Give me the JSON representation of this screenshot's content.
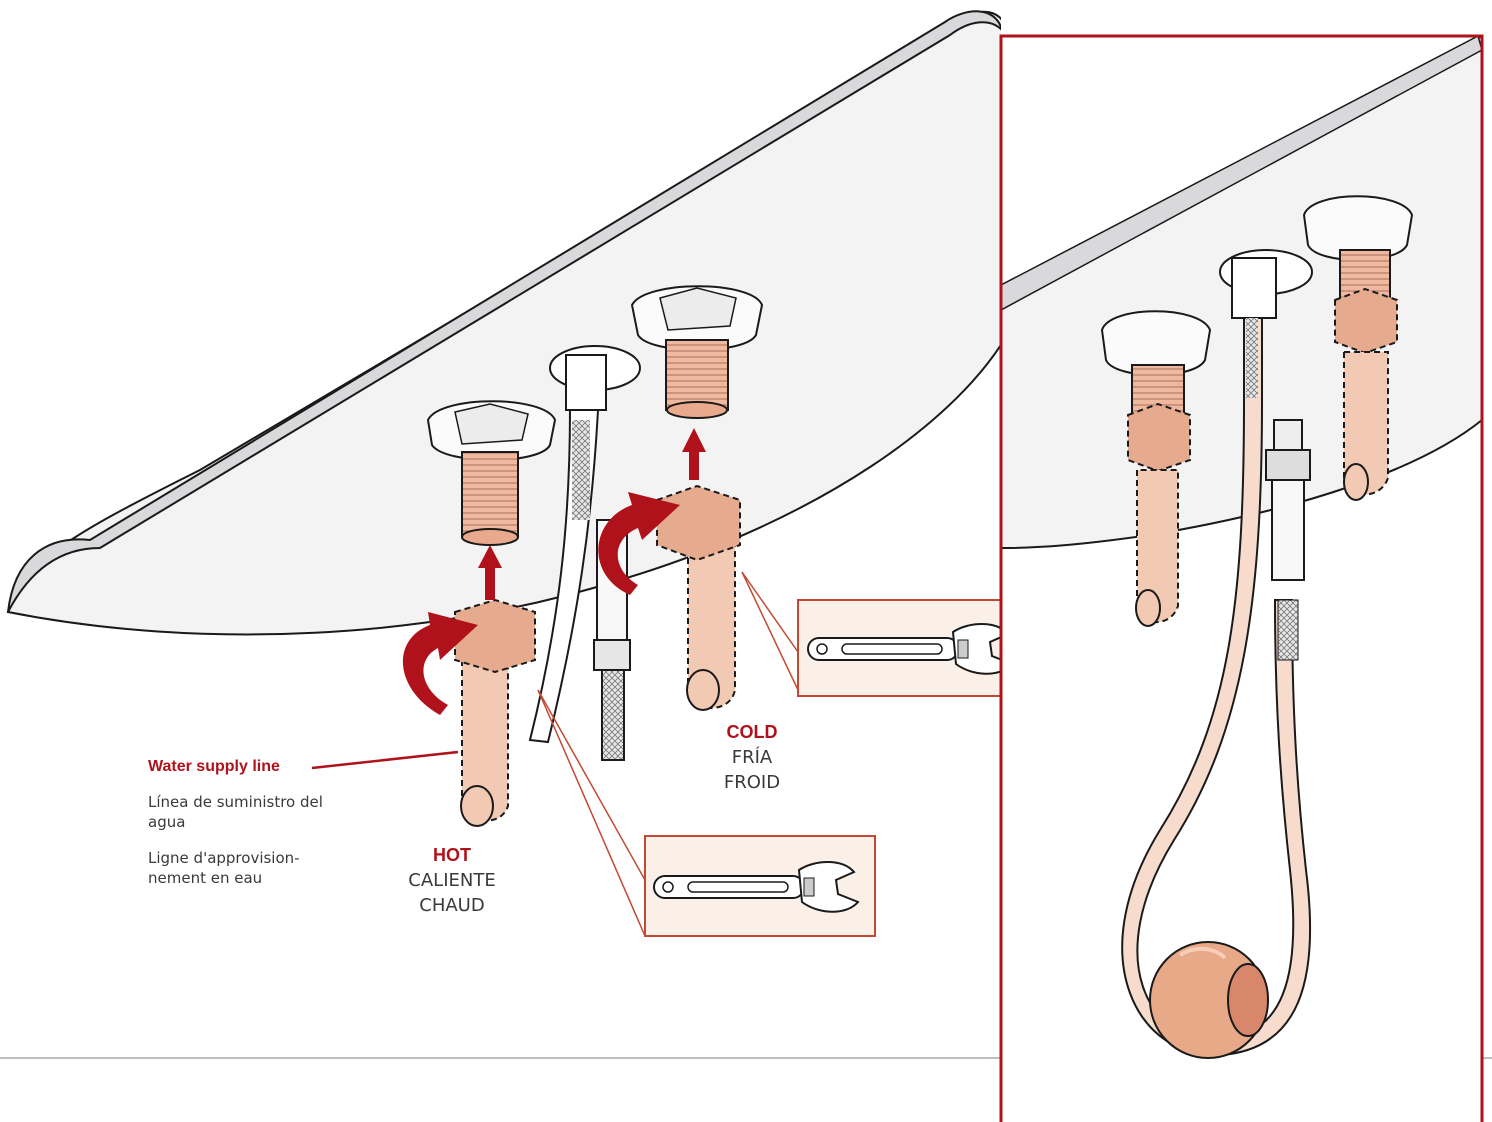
{
  "labels": {
    "supply_title": "Water supply line",
    "supply_es": "Línea de suministro del agua",
    "supply_fr": "Ligne d'approvision-nement en eau",
    "hot": "HOT",
    "hot_es": "CALIENTE",
    "hot_fr": "CHAUD",
    "cold": "COLD",
    "cold_es": "FRÍA",
    "cold_fr": "FROID"
  },
  "colors": {
    "accent_red": "#b0121b",
    "callout_border": "#c24a33",
    "callout_fill": "#faf0e8",
    "copper": "#e6aa8f",
    "hose": "#f2cdb8",
    "sink": "#f3f3f4",
    "ball": "#e8a988"
  },
  "icons": [
    "adjustable-wrench-icon",
    "rotate-arrow-icon",
    "up-arrow-icon"
  ]
}
